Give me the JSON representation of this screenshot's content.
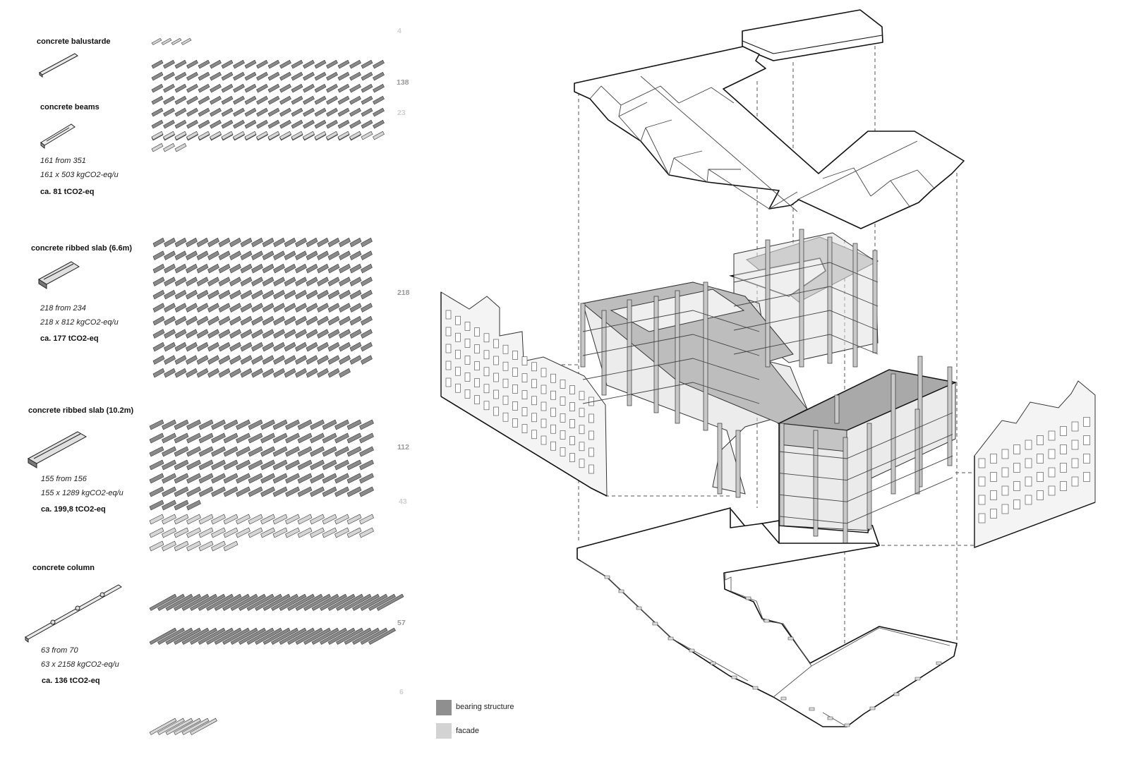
{
  "components": [
    {
      "title": "concrete balustarde",
      "count_main": "4"
    },
    {
      "title": "concrete beams",
      "from": "161 from 351",
      "embodied": "161 x 503 kgCO2-eq/u",
      "total": "ca. 81 tCO2-eq",
      "count_main": "138",
      "count_secondary": "23"
    },
    {
      "title": "concrete ribbed slab (6.6m)",
      "from": "218 from 234",
      "embodied": "218 x 812 kgCO2-eq/u",
      "total": "ca. 177 tCO2-eq",
      "count_main": "218"
    },
    {
      "title": "concrete ribbed slab (10.2m)",
      "from": "155 from 156",
      "embodied": "155 x 1289 kgCO2-eq/u",
      "total": "ca. 199,8 tCO2-eq",
      "count_main": "112",
      "count_secondary": "43"
    },
    {
      "title": "concrete column",
      "from": "63 from 70",
      "embodied": "63 x 2158 kgCO2-eq/u",
      "total": "ca. 136 tCO2-eq",
      "count_main": "57",
      "count_secondary": "6"
    }
  ],
  "legend": [
    {
      "label": "bearing structure",
      "color": "#8f8f8f"
    },
    {
      "label": "facade",
      "color": "#d3d3d3"
    }
  ],
  "colors": {
    "bearing": "#8a8a8a",
    "facade": "#d6d6d6",
    "line": "#222222",
    "dash": "#555555"
  }
}
